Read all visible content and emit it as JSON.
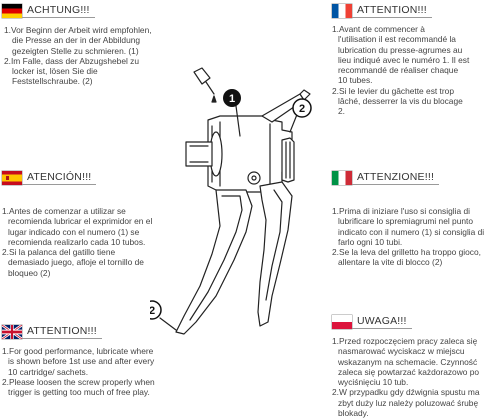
{
  "sections": {
    "de": {
      "title": "ACHTUNG!!!",
      "lines": [
        "1.Vor Beginn der Arbeit wird empfohlen,",
        "die Presse an der in der Abbildung",
        "gezeigten Stelle zu schmieren. (1)",
        "2.Im Falle, dass der Abzugshebel zu",
        "locker ist, lösen Sie die",
        "Feststellschraube. (2)"
      ]
    },
    "fr": {
      "title": "ATTENTION!!!",
      "lines": [
        "1.Avant de commencer à",
        "l'utilisation il est recommandé la",
        "lubrication du presse-agrumes au",
        "lieu indiqué avec le numéro 1. Il est",
        "recommandé de réaliser chaque",
        "10 tubes.",
        "2.Si le levier du gâchette est trop",
        "lâché, desserrer la vis du blocage",
        "2."
      ]
    },
    "es": {
      "title": "ATENCIÓN!!!",
      "lines": [
        "1.Antes de comenzar a utilizar se",
        "recomienda lubricar el exprimidor en el",
        "lugar indicado con el numero (1) se",
        "recomienda realizarlo cada 10 tubos.",
        "2.Si la palanca del gatillo tiene",
        "demasiado juego, afloje el tornillo de",
        "bloqueo (2)"
      ]
    },
    "it": {
      "title": "ATTENZIONE!!!",
      "lines": [
        "1.Prima di iniziare l'uso si consiglia di",
        "lubrificare lo spremiagrumi nel punto",
        "indicato con il numero (1) si consiglia di",
        "farlo ogni 10 tubi.",
        "2.Se la leva del grilletto ha troppo gioco,",
        "allentare la vite di blocco (2)"
      ]
    },
    "en": {
      "title": "ATTENTION!!!",
      "lines": [
        "1.For good performance, lubricate where",
        "is shown before 1st use and after every",
        "10 cartridge/ sachets.",
        "2.Please loosen the screw properly when",
        "trigger is getting too much of free play."
      ]
    },
    "pl": {
      "title": "UWAGA!!!",
      "lines": [
        "1.Przed rozpoczęciem pracy zaleca się",
        "nasmarować wyciskacz w miejscu",
        "wskazanym na schemacie. Czynność",
        "zaleca się powtarzać każdorazowo po",
        "wyciśnięciu 10 tub.",
        "2.W przypadku gdy dźwignia spustu ma",
        "zbyt duży luz należy poluzować śrubę",
        "blokady."
      ]
    }
  },
  "illustration": {
    "markers": [
      "1",
      "2",
      "2"
    ]
  }
}
